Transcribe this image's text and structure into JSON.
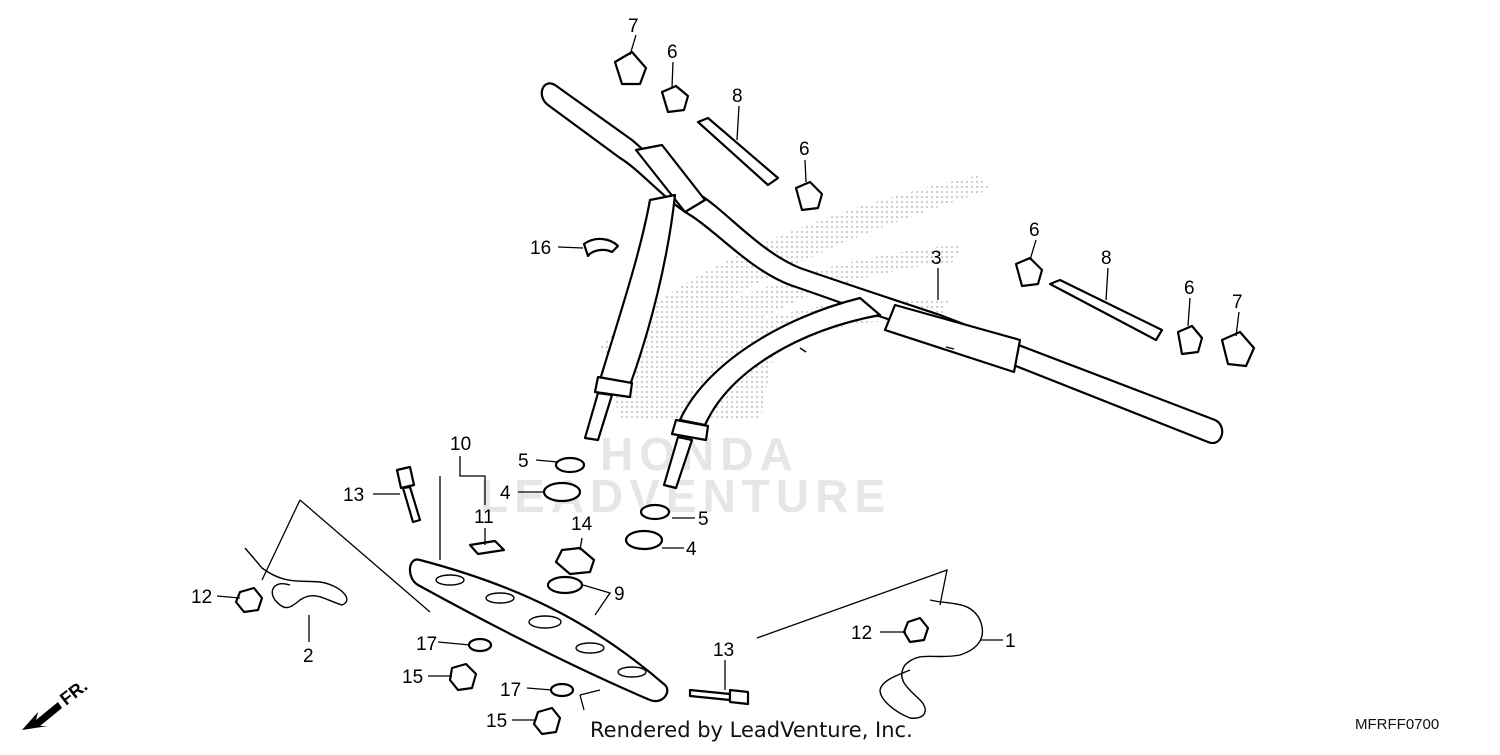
{
  "diagram": {
    "credit": "Rendered by LeadVenture, Inc.",
    "code": "MFRFF0700",
    "watermark": "LEADVENTURE",
    "watermark_brand": "HONDA",
    "front_arrow": "FR.",
    "callouts": {
      "c1": "1",
      "c2": "2",
      "c3": "3",
      "c4a": "4",
      "c4b": "4",
      "c5a": "5",
      "c5b": "5",
      "c6a": "6",
      "c6b": "6",
      "c6c": "6",
      "c6d": "6",
      "c7a": "7",
      "c7b": "7",
      "c8a": "8",
      "c8b": "8",
      "c9": "9",
      "c10": "10",
      "c11": "11",
      "c12a": "12",
      "c12b": "12",
      "c13a": "13",
      "c13b": "13",
      "c14": "14",
      "c15a": "15",
      "c15b": "15",
      "c16": "16",
      "c17a": "17",
      "c17b": "17"
    }
  }
}
